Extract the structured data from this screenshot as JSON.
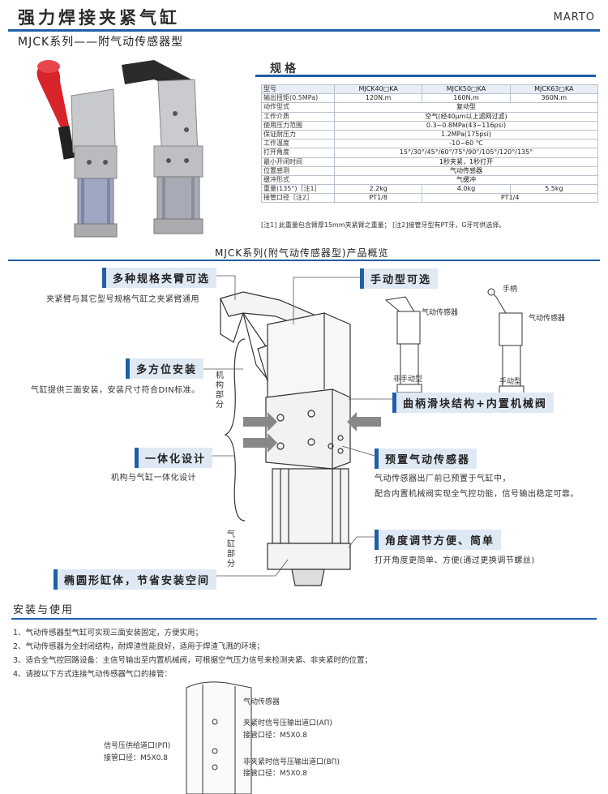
{
  "header": {
    "title": "强力焊接夹紧气缸",
    "brand": "MARTO",
    "subtitle": "MJCK系列——附气动传感器型"
  },
  "spec": {
    "heading": "规格",
    "columns": [
      "型号",
      "MJCK40□KA",
      "MJCK50□KA",
      "MJCK63□KA"
    ],
    "rows": [
      {
        "label": "输出扭矩(0.5MPa)",
        "values": [
          "120N.m",
          "160N.m",
          "360N.m"
        ]
      },
      {
        "label": "动作型式",
        "span": "复动型"
      },
      {
        "label": "工作介质",
        "span": "空气(经40μm以上滤网过滤)"
      },
      {
        "label": "使用压力范围",
        "span": "0.3~0.8MPa(43~116psi)"
      },
      {
        "label": "保证耐压力",
        "span": "1.2MPa(175psi)"
      },
      {
        "label": "工作温度",
        "span": "-10~60 ℃"
      },
      {
        "label": "打开角度",
        "span": "15°/30°/45°/60°/75°/90°/105°/120°/135°"
      },
      {
        "label": "最小开闭时间",
        "span": "1秒夹紧，1秒打开"
      },
      {
        "label": "位置感测",
        "span": "气动传感器"
      },
      {
        "label": "缓冲形式",
        "span": "气缓冲"
      },
      {
        "label": "重量(135°)［注1］",
        "values": [
          "2.2kg",
          "4.0kg",
          "5.5kg"
        ]
      },
      {
        "label": "接管口径［注2］",
        "pair": [
          "PT1/8",
          "PT1/4"
        ]
      }
    ],
    "note": "[注1] 此重量包含臂厚15mm夹紧臂之重量；  [注2]接管牙型有PT牙，G牙可供选择。"
  },
  "overview": {
    "heading": "MJCK系列(附气动传感器型)产品概览",
    "callouts": [
      {
        "title": "多种规格夹臂可选",
        "desc": "夹紧臂与其它型号规格气缸之夹紧臂通用"
      },
      {
        "title": "多方位安装",
        "desc": "气缸提供三面安装，安装尺寸符合DIN标准。"
      },
      {
        "title": "一体化设计",
        "desc": "机构与气缸一体化设计"
      },
      {
        "title": "椭圆形缸体，节省安装空间",
        "desc": ""
      },
      {
        "title": "手动型可选",
        "desc": ""
      },
      {
        "title": "曲柄滑块结构+内置机械阀",
        "desc": ""
      },
      {
        "title": "预置气动传感器",
        "desc": "气动传感器出厂前已预置于气缸中，",
        "desc2": "配合内置机械阀实现全气控功能，信号输出稳定可靠。"
      },
      {
        "title": "角度调节方便、简单",
        "desc": "打开角度更简单、方便(通过更换调节螺丝)"
      }
    ],
    "side_labels": {
      "mech": "机构部分",
      "cyl": "气缸部分"
    },
    "variants": {
      "non_manual": "非手动型",
      "manual": "手动型",
      "sensor": "气动传感器",
      "handle": "手柄"
    }
  },
  "install": {
    "heading": "安装与使用",
    "items": [
      "1、气动传感器型气缸可实现三面安装固定，方便实用；",
      "2、气动传感器为全封闭结构，耐焊渣性能良好，适用于焊渣飞溅的环境；",
      "3、适合全气控回路设备：主信号输出至内置机械阀，可根据空气压力信号来检测夹紧、非夹紧时的位置；",
      "4、请按以下方式连接气动传感器气口的接管："
    ],
    "diagram": {
      "sensor": "气动传感器",
      "a_port": "夹紧时信号压输出道口(AΠ)",
      "a_size": "接管口径：M5X0.8",
      "p_port": "信号压供给道口(PΠ)",
      "p_size": "接管口径：M5X0.8",
      "b_port": "非夹紧时信号压输出道口(BΠ)",
      "b_size": "接管口径：M5X0.8"
    }
  },
  "colors": {
    "accent": "#1f5fa8",
    "box_bg": "#dfe9f4",
    "handle_red": "#d8232a"
  }
}
